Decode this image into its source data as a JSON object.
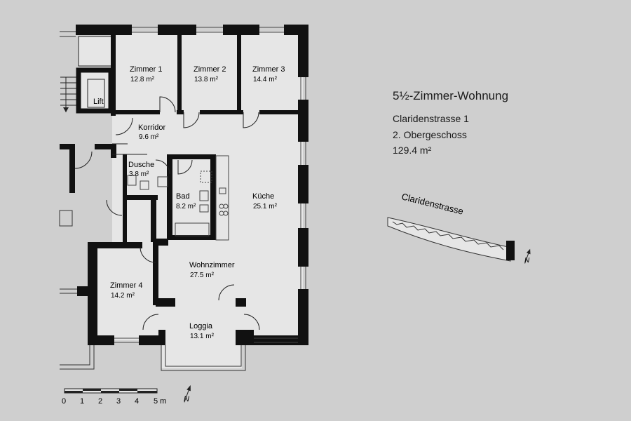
{
  "info": {
    "title": "5½-Zimmer-Wohnung",
    "street": "Claridenstrasse 1",
    "floor": "2. Obergeschoss",
    "area": "129.4 m²"
  },
  "rooms": [
    {
      "name": "Zimmer 1",
      "area": "12.8 m²"
    },
    {
      "name": "Zimmer 2",
      "area": "13.8 m²"
    },
    {
      "name": "Zimmer 3",
      "area": "14.4 m²"
    },
    {
      "name": "Korridor",
      "area": "9.6 m²"
    },
    {
      "name": "Dusche",
      "area": "3.8 m²"
    },
    {
      "name": "Bad",
      "area": "8.2 m²"
    },
    {
      "name": "Küche",
      "area": "25.1 m²"
    },
    {
      "name": "Wohnzimmer",
      "area": "27.5 m²"
    },
    {
      "name": "Zimmer 4",
      "area": "14.2 m²"
    },
    {
      "name": "Loggia",
      "area": "13.1 m²"
    }
  ],
  "lift_label": "Lift",
  "scale_labels": [
    "0",
    "1",
    "2",
    "3",
    "4",
    "5 m"
  ],
  "site_label": "Claridenstrasse",
  "north_label": "N",
  "colors": {
    "background": "#cfcfcf",
    "floor": "#e6e6e6",
    "wall": "#111111"
  }
}
